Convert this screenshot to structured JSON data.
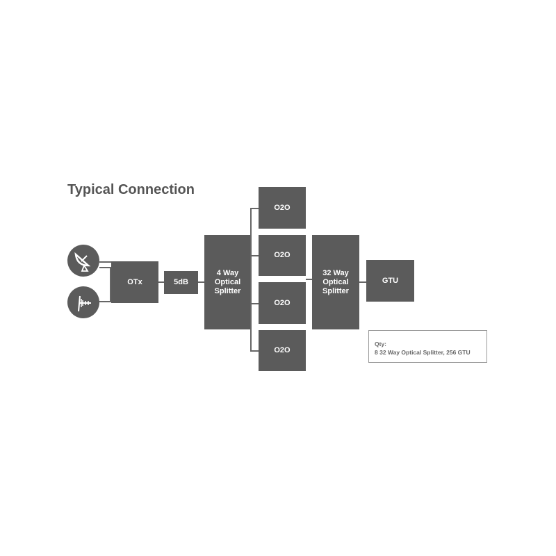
{
  "title": "Typical Connection",
  "nodes": {
    "otx": "OTx",
    "attenuator": "5dB",
    "splitter4": [
      "4 Way",
      "Optical",
      "Splitter"
    ],
    "o2o": [
      "O2O",
      "O2O",
      "O2O",
      "O2O"
    ],
    "splitter32": [
      "32 Way",
      "Optical",
      "Splitter"
    ],
    "gtu": "GTU"
  },
  "note": {
    "label": "Qty:",
    "text": "8 32 Way Optical Splitter, 256 GTU"
  },
  "icons": [
    "satellite-dish-icon",
    "tv-antenna-icon"
  ]
}
